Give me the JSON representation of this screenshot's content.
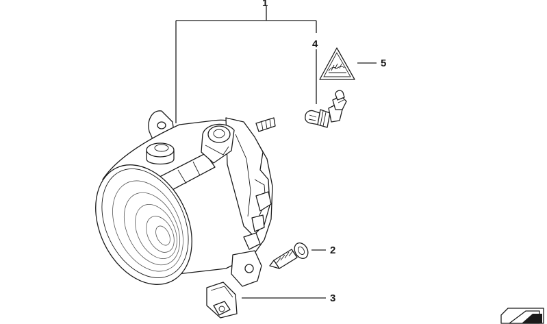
{
  "callouts": {
    "c1": "1",
    "c2": "2",
    "c3": "3",
    "c4": "4",
    "c5": "5"
  },
  "colors": {
    "ink": "#1a1a1a",
    "background": "#ffffff"
  }
}
